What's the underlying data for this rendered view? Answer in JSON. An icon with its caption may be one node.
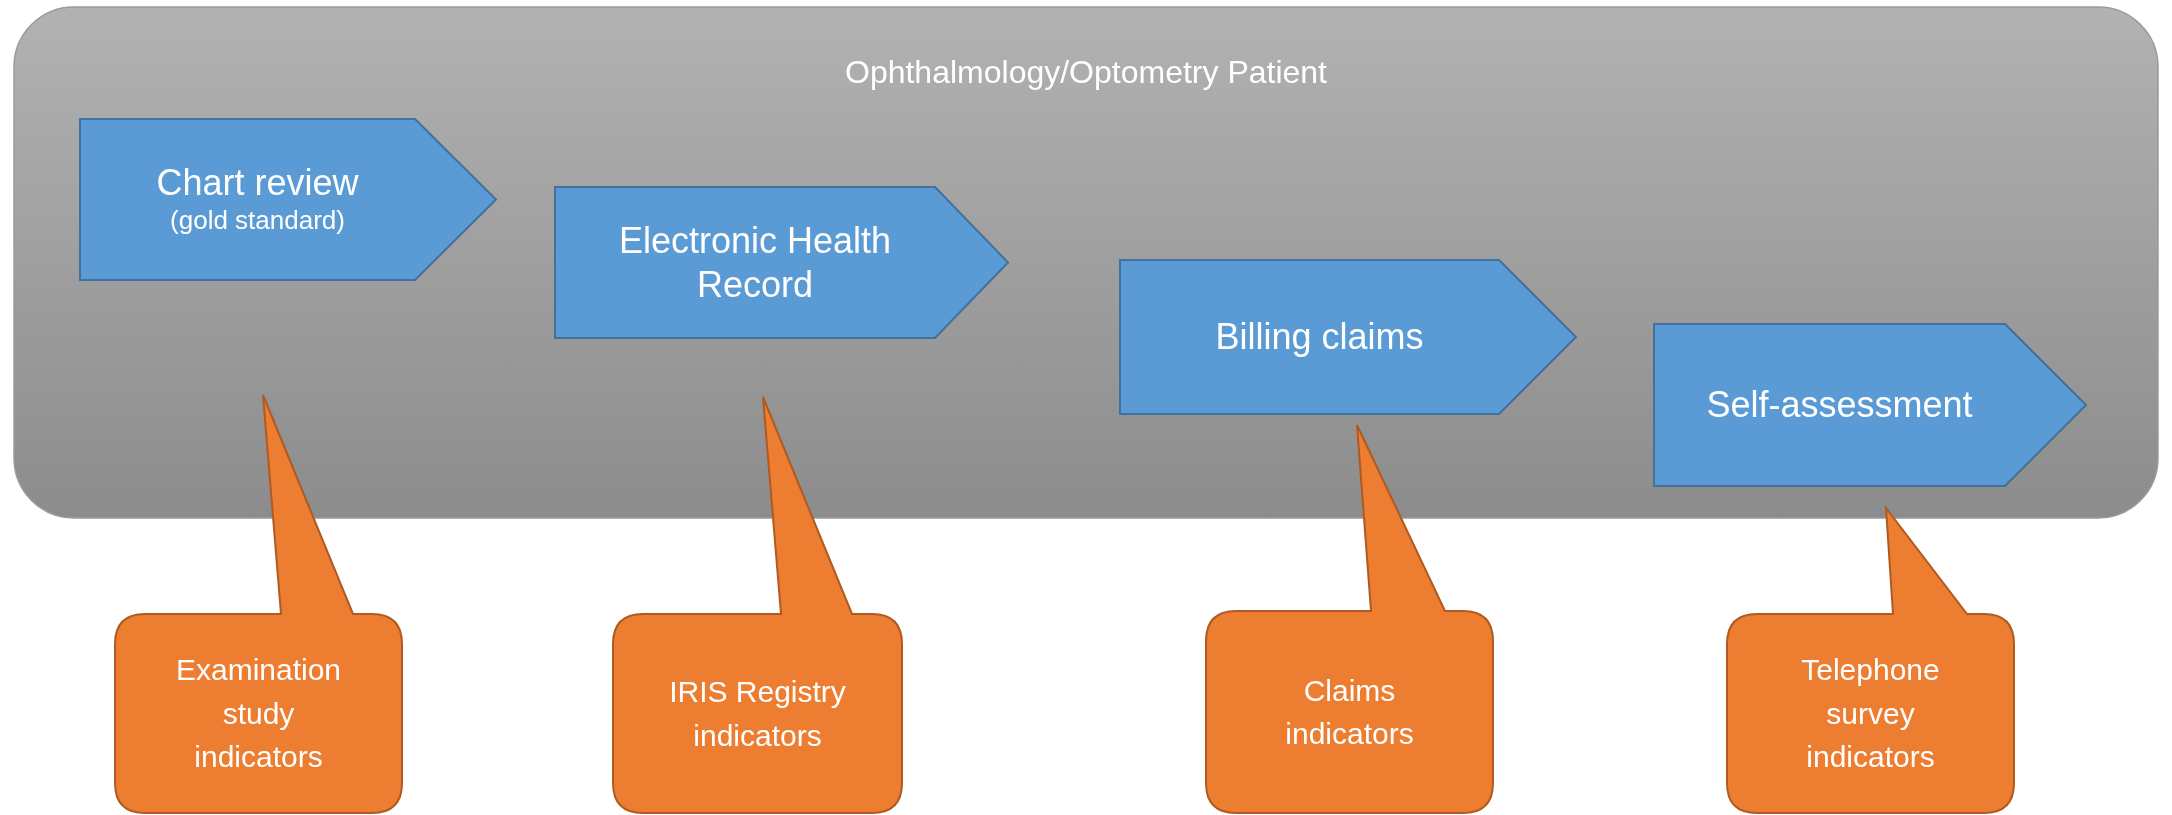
{
  "diagram": {
    "nodes": [
      {
        "text": [
          "Ophthalmology/Optometry Patient"
        ]
      },
      {
        "text": [
          "Chart review",
          "(gold standard)"
        ],
        "in": 0
      },
      {
        "text": [
          "Electronic Health Record"
        ],
        "in": 0
      },
      {
        "text": [
          "Billing claims"
        ],
        "in": 0
      },
      {
        "text": [
          "Self-assessment"
        ],
        "in": 0
      },
      {
        "text": [
          "Examination study indicators"
        ]
      },
      {
        "text": [
          "IRIS Registry indicators"
        ]
      },
      {
        "text": [
          "Claims indicators"
        ]
      },
      {
        "text": [
          "Telephone survey indicators"
        ]
      }
    ]
  }
}
